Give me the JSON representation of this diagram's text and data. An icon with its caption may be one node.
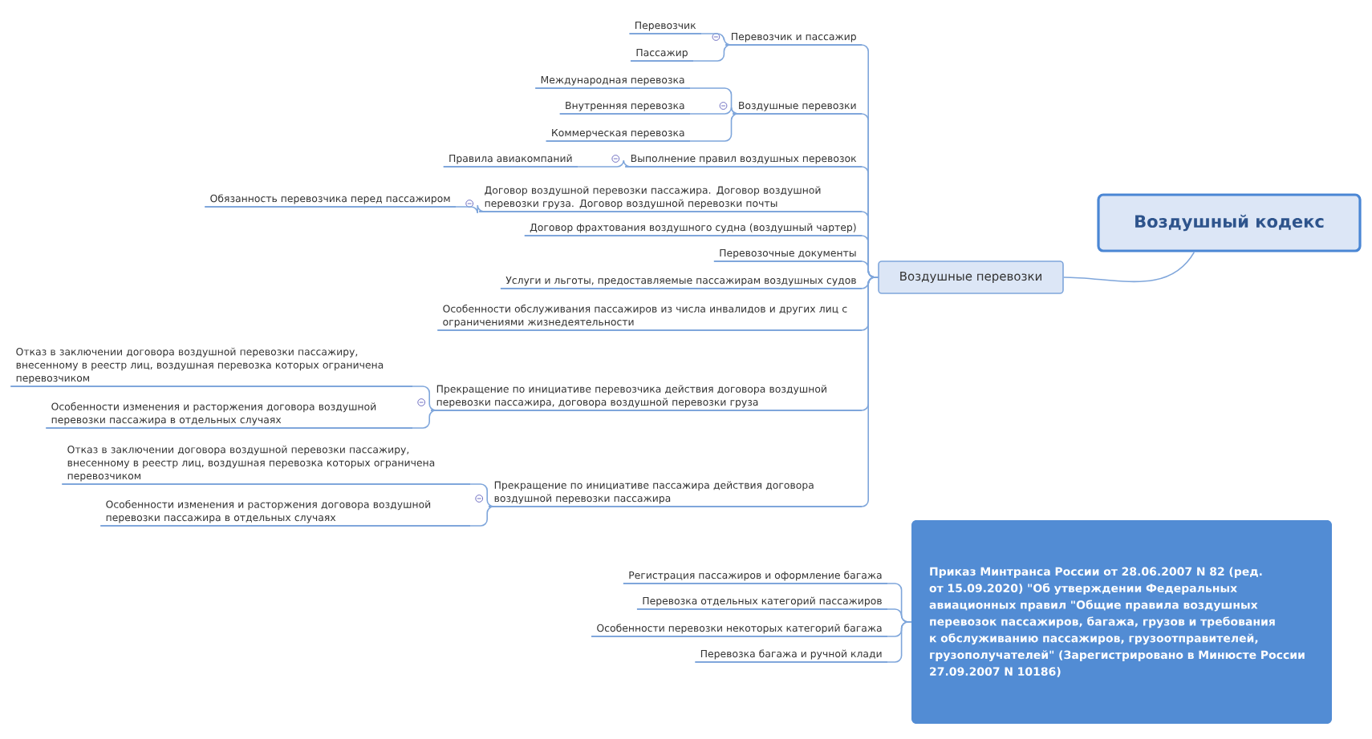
{
  "diagram": {
    "nodes": [
      {
        "text": [
          "Воздушный кодекс"
        ]
      },
      {
        "text": [
          "Воздушные перевозки"
        ]
      },
      {
        "text": [
          "Перевозчик  и пассажир"
        ]
      },
      {
        "text": [
          "Перевозчик"
        ]
      },
      {
        "text": [
          "Пассажир"
        ]
      },
      {
        "text": [
          "Воздушные перевозки"
        ]
      },
      {
        "text": [
          "Международная перевозка"
        ]
      },
      {
        "text": [
          "Внутренняя перевозка"
        ]
      },
      {
        "text": [
          "Коммерческая перевозка"
        ]
      },
      {
        "text": [
          "Выполнение правил воздушных перевозок"
        ]
      },
      {
        "text": [
          "Правила авиакомпаний"
        ]
      },
      {
        "text": [
          "Договор воздушной перевозки пассажира. Договор воздушной перевозки груза. Договор воздушной перевозки почты"
        ]
      },
      {
        "text": [
          "Обязанность перевозчика перед пассажиром"
        ]
      },
      {
        "text": [
          "Договор фрахтования воздушного судна (воздушный чартер)"
        ]
      },
      {
        "text": [
          "Перевозочные документы"
        ]
      },
      {
        "text": [
          "Услуги и льготы, предоставляемые пассажирам воздушных судов"
        ]
      },
      {
        "text": [
          "Особенности обслуживания пассажиров из числа инвалидов и других лиц с ограничениями жизнедеятельности"
        ]
      },
      {
        "text": [
          "Прекращение по инициативе перевозчика действия договора воздушной перевозки пассажира, договора воздушной перевозки груза"
        ]
      },
      {
        "text": [
          "Отказ в заключении договора воздушной перевозки пассажиру, внесенному в реестр лиц, воздушная перевозка которых ограничена перевозчиком"
        ]
      },
      {
        "text": [
          "Особенности изменения и расторжения договора воздушной перевозки пассажира в отдельных случаях"
        ]
      },
      {
        "text": [
          "Прекращение по инициативе пассажира действия договора воздушной перевозки пассажира"
        ]
      },
      {
        "text": [
          "Отказ в заключении договора воздушной перевозки пассажиру, внесенному в реестр лиц, воздушная перевозка которых ограничена перевозчиком"
        ]
      },
      {
        "text": [
          "Особенности изменения и расторжения договора воздушной перевозки пассажира в отдельных случаях"
        ]
      },
      {
        "text": [
          "Приказ Минтранса России от 28.06.2007 N 82 (ред. от 15.09.2020) \"Об утверждении Федеральных авиационных правил \"Общие правила воздушных перевозок пассажиров, багажа, грузов и требования к обслуживанию пассажиров, грузоотправителей, грузополучателей\" (Зарегистрировано в Минюсте России 27.09.2007 N 10186)"
        ]
      },
      {
        "text": [
          "Регистрация пассажиров и оформление багажа"
        ]
      },
      {
        "text": [
          "Перевозка отдельных категорий пассажиров"
        ]
      },
      {
        "text": [
          "Особенности перевозки некоторых категорий багажа"
        ]
      },
      {
        "text": [
          "Перевозка багажа и ручной клади"
        ]
      }
    ],
    "edges": [
      {
        "from": 0,
        "to": 1,
        "arrow": "none"
      },
      {
        "from": 1,
        "to": 2,
        "arrow": "none"
      },
      {
        "from": 2,
        "to": 3,
        "arrow": "none"
      },
      {
        "from": 2,
        "to": 4,
        "arrow": "none"
      },
      {
        "from": 1,
        "to": 5,
        "arrow": "none"
      },
      {
        "from": 5,
        "to": 6,
        "arrow": "none"
      },
      {
        "from": 5,
        "to": 7,
        "arrow": "none"
      },
      {
        "from": 5,
        "to": 8,
        "arrow": "none"
      },
      {
        "from": 1,
        "to": 9,
        "arrow": "none"
      },
      {
        "from": 9,
        "to": 10,
        "arrow": "none"
      },
      {
        "from": 1,
        "to": 11,
        "arrow": "none"
      },
      {
        "from": 11,
        "to": 12,
        "arrow": "none"
      },
      {
        "from": 1,
        "to": 13,
        "arrow": "none"
      },
      {
        "from": 1,
        "to": 14,
        "arrow": "none"
      },
      {
        "from": 1,
        "to": 15,
        "arrow": "none"
      },
      {
        "from": 1,
        "to": 16,
        "arrow": "none"
      },
      {
        "from": 1,
        "to": 17,
        "arrow": "none"
      },
      {
        "from": 17,
        "to": 18,
        "arrow": "none"
      },
      {
        "from": 17,
        "to": 19,
        "arrow": "none"
      },
      {
        "from": 1,
        "to": 20,
        "arrow": "none"
      },
      {
        "from": 20,
        "to": 21,
        "arrow": "none"
      },
      {
        "from": 20,
        "to": 22,
        "arrow": "none"
      },
      {
        "from": 23,
        "to": 24,
        "arrow": "none"
      },
      {
        "from": 23,
        "to": 25,
        "arrow": "none"
      },
      {
        "from": 23,
        "to": 26,
        "arrow": "none"
      },
      {
        "from": 23,
        "to": 27,
        "arrow": "none"
      }
    ]
  }
}
